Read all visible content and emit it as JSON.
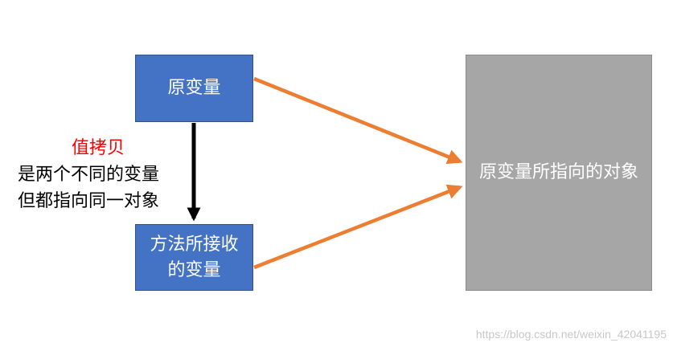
{
  "diagram": {
    "nodes": {
      "original_variable": "原变量",
      "parameter_variable": "方法所接收的变量",
      "pointed_object": "原变量所指向的对象"
    },
    "annotation": {
      "title": "值拷贝",
      "line1": "是两个不同的变量",
      "line2": "但都指向同一对象"
    },
    "colors": {
      "node_fill": "#4472c4",
      "object_fill": "#a6a6a6",
      "reference_arrow": "#ed7d31",
      "copy_arrow": "#000000",
      "annotation_title": "#ff0000"
    }
  },
  "watermark": "https://blog.csdn.net/weixin_42041195"
}
